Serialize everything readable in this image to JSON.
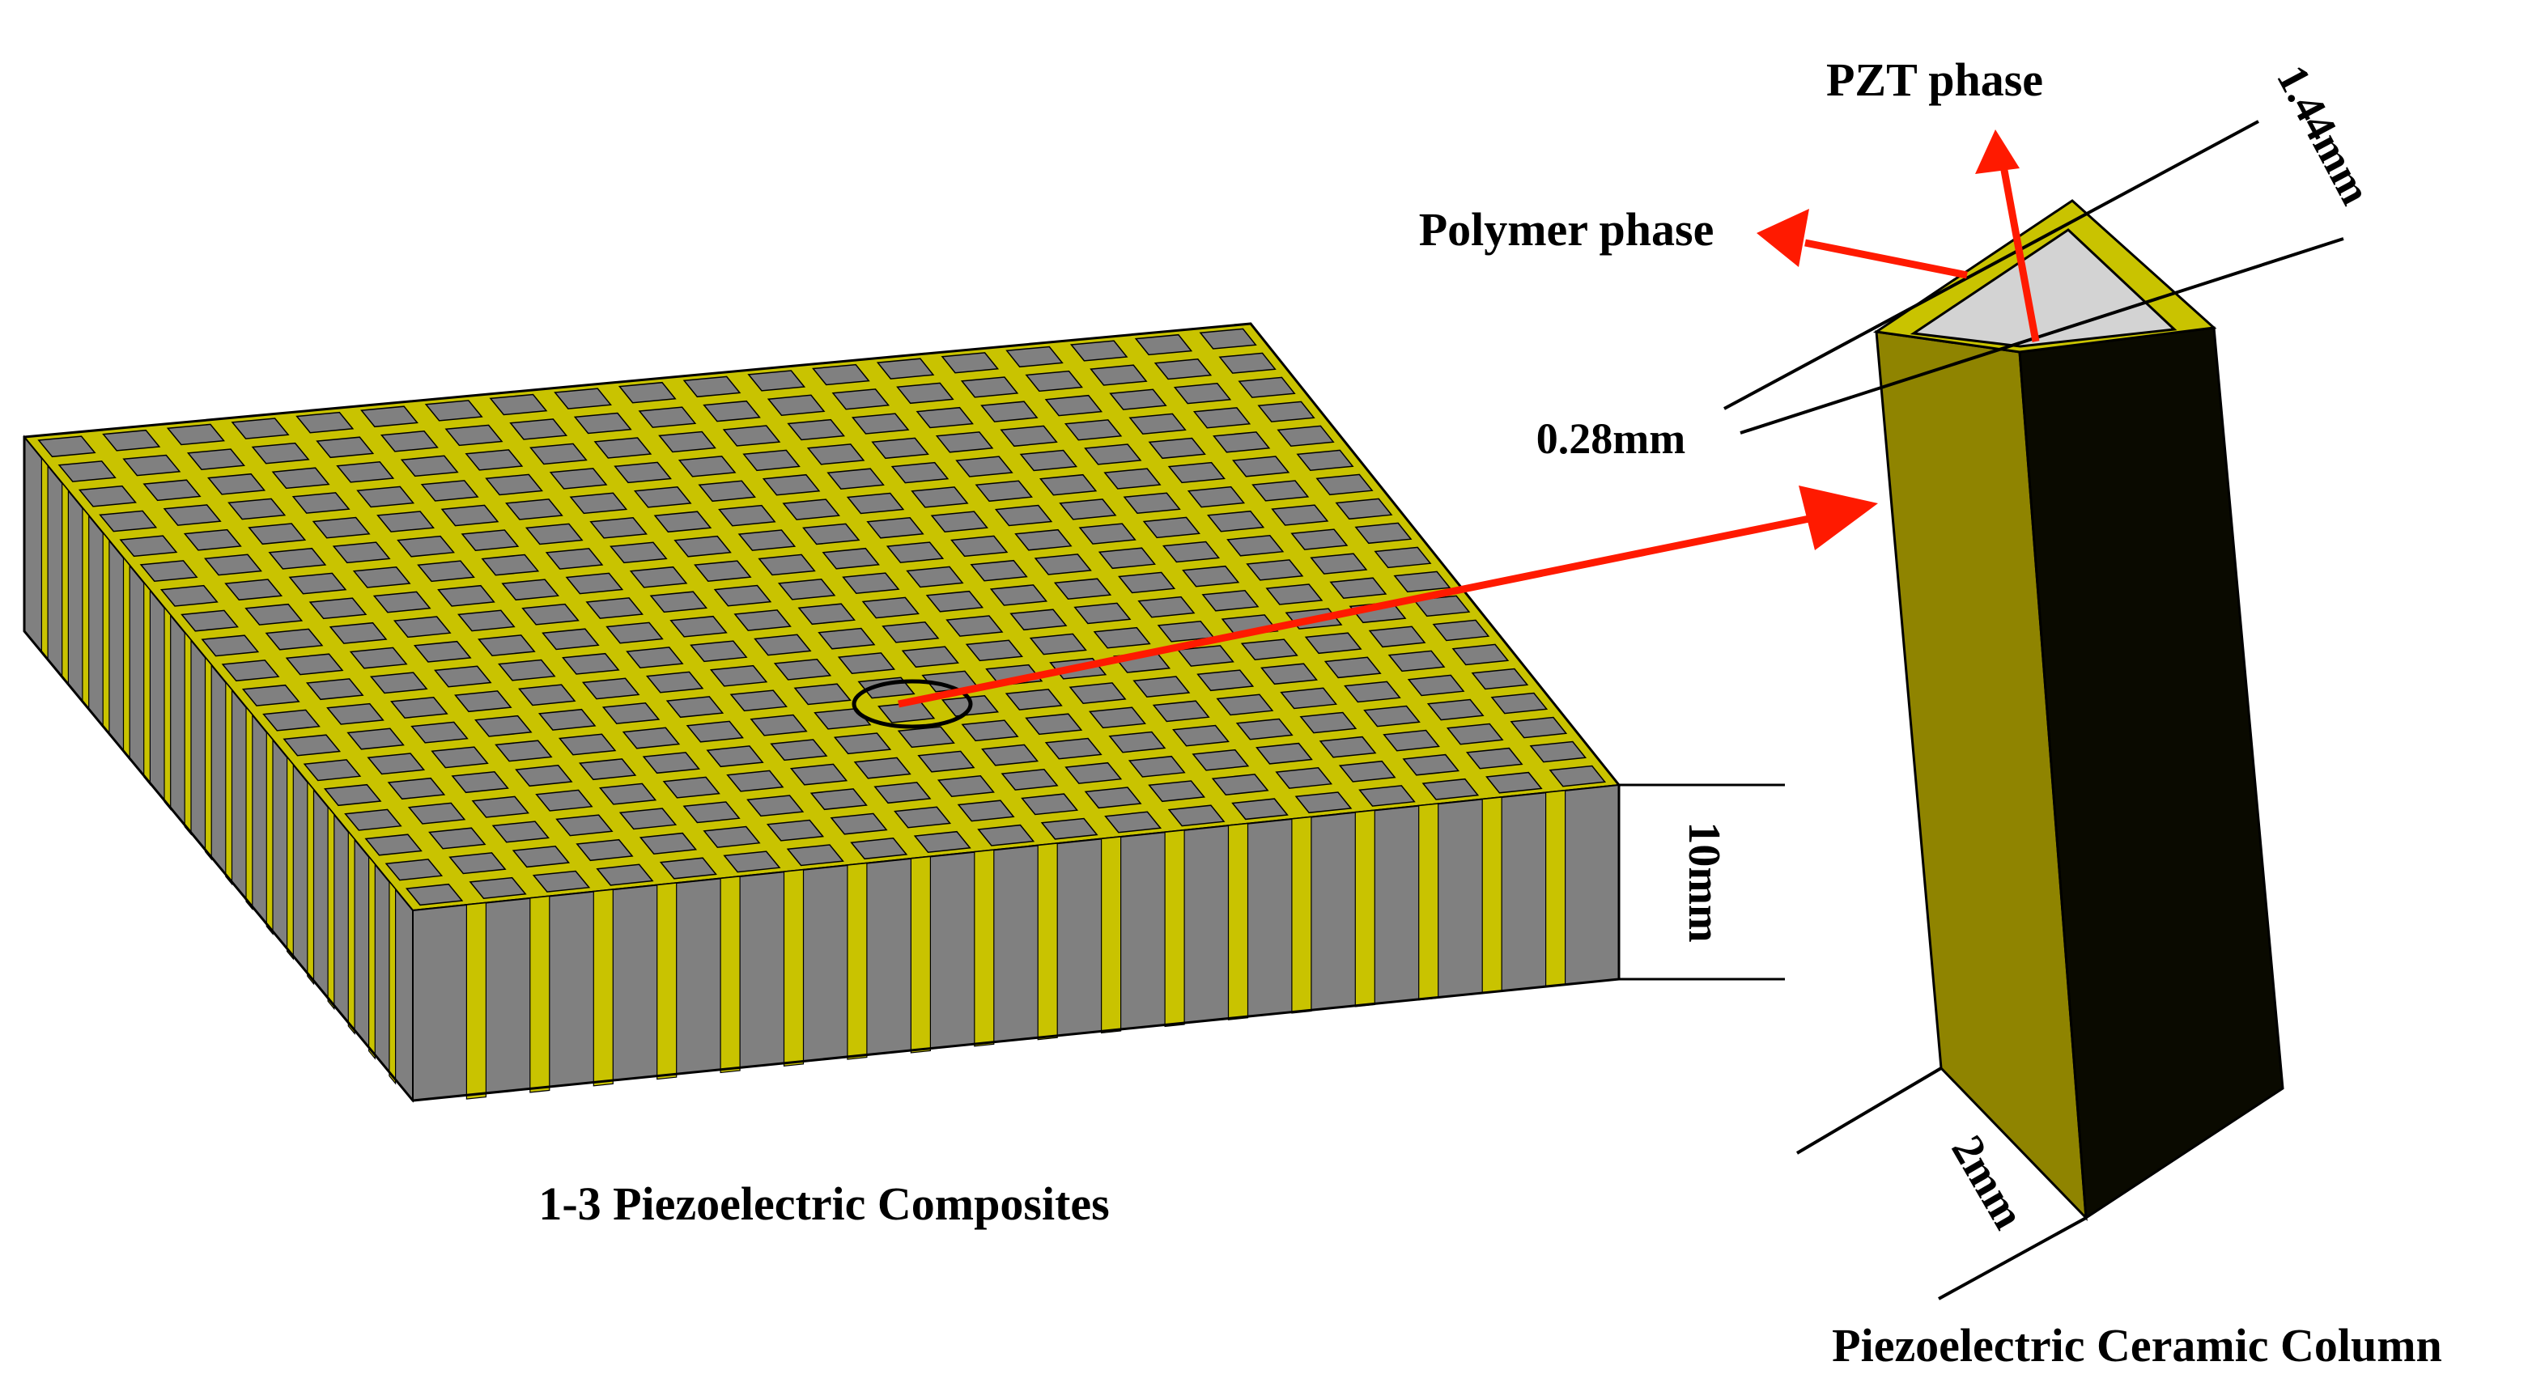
{
  "labels": {
    "composite_caption": "1-3 Piezoelectric Composites",
    "column_caption": "Piezoelectric Ceramic Column",
    "pzt_phase": "PZT phase",
    "polymer_phase": "Polymer phase",
    "dim_height": "10mm",
    "dim_column_width": "2mm",
    "dim_pzt_width": "1.44mm",
    "dim_polymer_gap": "0.28mm"
  },
  "colors": {
    "ceramic": "#808080",
    "polymer": "#c9c300",
    "column_side_light": "#8f8400",
    "column_side_dark": "#0a0a00",
    "pzt_top": "#d3d3d3",
    "arrow": "#ff1a00",
    "outline": "#000000"
  },
  "grid": {
    "cells_per_side": 19
  }
}
